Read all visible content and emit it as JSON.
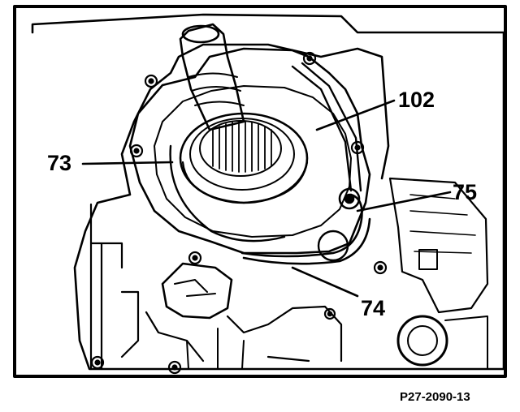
{
  "figure": {
    "subject": "line-art illustration of transmission housing with shaft, bearing and retaining clip",
    "callouts": {
      "c73": "73",
      "c102": "102",
      "c75": "75",
      "c74": "74"
    },
    "figure_id": "P27-2090-13"
  },
  "colors": {
    "ink": "#000000",
    "paper": "#ffffff"
  }
}
